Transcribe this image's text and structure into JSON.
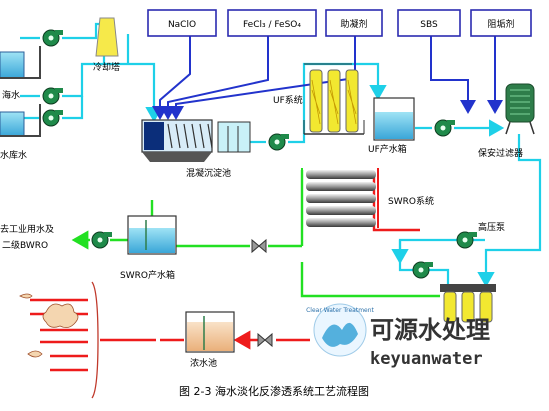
{
  "labels": {
    "cooling_tower": "冷却塔",
    "seawater": "海水",
    "reservoir_water": "水库水",
    "coagulation_tank": "混凝沉淀池",
    "uf_system": "UF系统",
    "uf_product_tank": "UF产水箱",
    "security_filter": "保安过滤器",
    "swro_system": "SWRO系统",
    "high_pressure_pump": "高压泵",
    "industrial_water_line1": "去工业用水及",
    "industrial_water_line2": "二级BWRO",
    "swro_product_tank": "SWRO产水箱",
    "brine_tank": "浓水池"
  },
  "chemicals": {
    "naclo": "NaClO",
    "fecl3": "FeCl₃ / FeSO₄",
    "antiscalant": "助凝剂",
    "sbs": "SBS",
    "scale_inhibitor": "阻垢剂"
  },
  "watermark": {
    "cn": "可源水处理",
    "en": "keyuanwater",
    "logo_text": "Clear Water Treatment"
  },
  "caption": "图 2-3 海水淡化反渗透系统工艺流程图",
  "colors": {
    "feed_line": "#1ed0e8",
    "dosing_line": "#2233cc",
    "product_line": "#22e022",
    "brine_line": "#ee1b1b",
    "pump": "#1f8a4a",
    "uf_membrane": "#f2e830"
  }
}
